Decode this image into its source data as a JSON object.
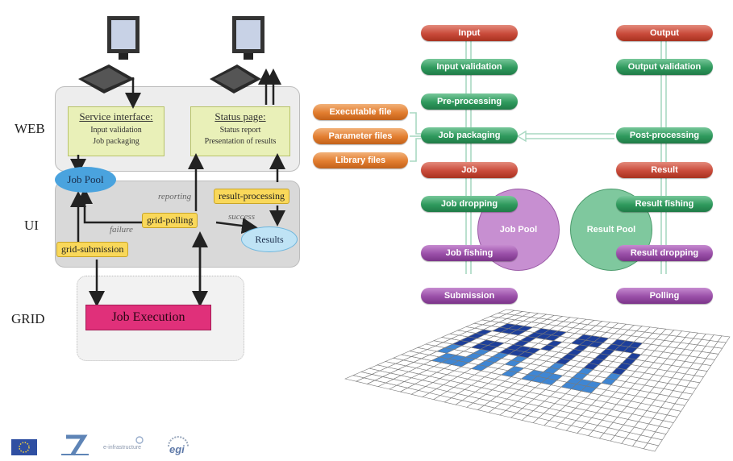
{
  "left": {
    "tiers": {
      "web": "WEB",
      "ui": "UI",
      "grid": "GRID"
    },
    "service_interface": {
      "title": "Service interface:",
      "line1": "Input validation",
      "line2": "Job packaging"
    },
    "status_page": {
      "title": "Status page:",
      "line1": "Status report",
      "line2": "Presentation of results"
    },
    "job_pool": "Job Pool",
    "results": "Results",
    "grid_polling": "grid-polling",
    "grid_submission": "grid-submission",
    "result_processing": "result-processing",
    "job_execution": "Job Execution",
    "edge_labels": {
      "reporting": "reporting",
      "failure": "failure",
      "success": "success"
    }
  },
  "right": {
    "left_column": [
      "Input",
      "Input validation",
      "Pre-processing",
      "Job packaging",
      "Job",
      "Job dropping",
      "Job fishing",
      "Submission"
    ],
    "right_column": [
      "Output",
      "Output validation",
      "Post-processing",
      "Result",
      "Result fishing",
      "Result dropping",
      "Polling"
    ],
    "files": [
      "Executable file",
      "Parameter files",
      "Library files"
    ],
    "job_pool": "Job Pool",
    "result_pool": "Result Pool"
  },
  "colors": {
    "red": "#c94a3a",
    "green": "#2f9a5d",
    "orange": "#e27d2f",
    "purple": "#9a4fa8",
    "pool_purple": "#c78fd1",
    "pool_green": "#7fc89e",
    "job_execution": "#e0307a",
    "job_pool": "#4aa3de",
    "results": "#bfe3f5"
  },
  "footer_logos": [
    "eu-flag-logo",
    "fp7-logo",
    "e-infrastructure-logo",
    "egi-logo"
  ],
  "footer_texts": {
    "e_infrastructure": "e-infrastructure",
    "egi": "egi"
  },
  "grid_word": "GRID"
}
